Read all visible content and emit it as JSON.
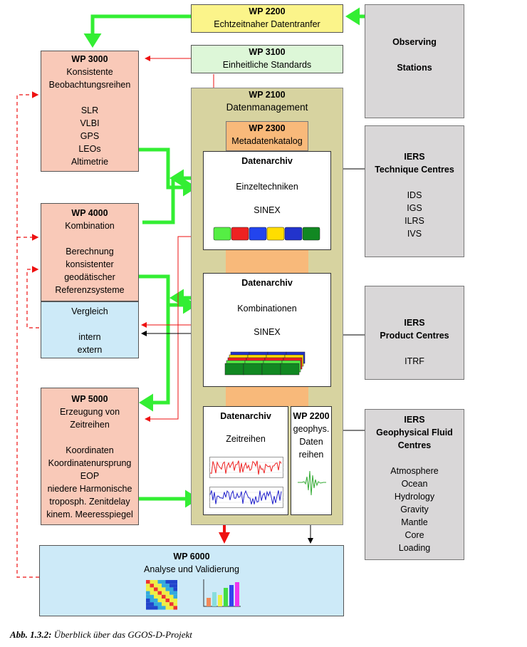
{
  "wp2200_top": {
    "title": "WP 2200",
    "subtitle": "Echtzeitnaher Datentranfer"
  },
  "wp3100": {
    "title": "WP 3100",
    "subtitle": "Einheitliche Standards"
  },
  "observing": {
    "lines": [
      "Observing",
      "Stations"
    ]
  },
  "wp3000": {
    "title": "WP 3000",
    "lines": [
      "Konsistente",
      "Beobachtungsreihen",
      "",
      "SLR",
      "VLBI",
      "GPS",
      "LEOs",
      "Altimetrie"
    ]
  },
  "wp2100": {
    "title": "WP 2100",
    "subtitle": "Datenmanagement"
  },
  "wp2300": {
    "title": "WP 2300",
    "subtitle": "Metadatenkatalog"
  },
  "archive1": {
    "title": "Datenarchiv",
    "line1": "Einzeltechniken",
    "line2": "SINEX"
  },
  "archive2": {
    "title": "Datenarchiv",
    "line1": "Kombinationen",
    "line2": "SINEX"
  },
  "archive3": {
    "title": "Datenarchiv",
    "line1": "Zeitreihen"
  },
  "wp2200_geo": {
    "lines": [
      "WP 2200",
      "geophys.",
      "Daten",
      "reihen"
    ]
  },
  "wp4000": {
    "title": "WP 4000",
    "lines": [
      "Kombination",
      "",
      "Berechnung",
      "konsistenter",
      "geodätischer",
      "Referenzsysteme"
    ]
  },
  "vergleich": {
    "lines": [
      "Vergleich",
      "",
      "intern",
      "extern"
    ]
  },
  "wp5000": {
    "title": "WP 5000",
    "lines": [
      "Erzeugung von",
      "Zeitreihen",
      "",
      "Koordinaten",
      "Koordinatenursprung",
      "EOP",
      "niedere Harmonische",
      "troposph. Zenitdelay",
      "kinem. Meeresspiegel"
    ]
  },
  "iers_tech": {
    "title": [
      "IERS",
      "Technique Centres"
    ],
    "items": [
      "IDS",
      "IGS",
      "ILRS",
      "IVS"
    ]
  },
  "iers_prod": {
    "title": [
      "IERS",
      "Product Centres"
    ],
    "items": [
      "ITRF"
    ]
  },
  "iers_geo": {
    "title": [
      "IERS",
      "Geophysical Fluid",
      "Centres"
    ],
    "items": [
      "Atmosphere",
      "Ocean",
      "Hydrology",
      "Gravity",
      "Mantle",
      "Core",
      "Loading"
    ]
  },
  "wp6000": {
    "title": "WP 6000",
    "subtitle": "Analyse und Validierung"
  },
  "caption": {
    "label": "Abb.  1.3.2:",
    "text": " Überblick über das GGOS-D-Projekt"
  },
  "colors": {
    "green_arrow": "#33ee33",
    "red_arrow": "#ee1111",
    "black_arrow": "#000000",
    "salmon": "#f9c9b8",
    "khaki": "#d7d3a0",
    "orange": "#f8b97a",
    "cyan": "#cdeaf8"
  },
  "sinex_block_colors": [
    "#55ee44",
    "#ee2222",
    "#2244ee",
    "#ffdd00",
    "#2233cc",
    "#118822"
  ]
}
